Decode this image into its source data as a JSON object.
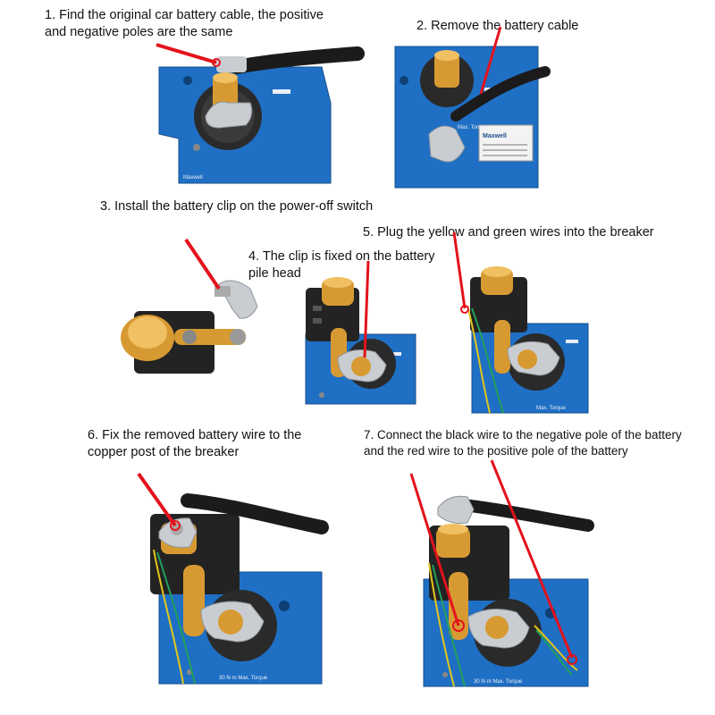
{
  "colors": {
    "panel_blue": "#1f6fc4",
    "panel_edge": "#164f8c",
    "brass": "#d79a32",
    "brass_light": "#f0c063",
    "silver": "#c9cdd2",
    "black_cable": "#1b1b1b",
    "arrow_red": "#e3121b",
    "wire_yellow": "#e3c61a",
    "wire_green": "#22a05a"
  },
  "steps": [
    {
      "line1": "1. Find the original car battery cable, the positive",
      "line2": "and negative poles are the same"
    },
    {
      "line1": "2. Remove the battery cable",
      "line2": ""
    },
    {
      "line1": "3. Install the battery clip on the power-off switch",
      "line2": ""
    },
    {
      "line1": "4. The clip is fixed on the battery",
      "line2": "pile head"
    },
    {
      "line1": "5. Plug the yellow and green wires into the breaker",
      "line2": ""
    },
    {
      "line1": "6. Fix the removed battery wire to the",
      "line2": "copper post of the breaker"
    },
    {
      "line1": "7. Connect the black wire to the negative pole of the battery",
      "line2": "and the red wire to the positive pole of the battery"
    }
  ],
  "photo_labels": {
    "brand": "Maxwell",
    "torque_short": "Max. Torque",
    "torque_long": "30 N·m Max. Torque",
    "torque_mid": "30 N·m Max. Torque"
  }
}
